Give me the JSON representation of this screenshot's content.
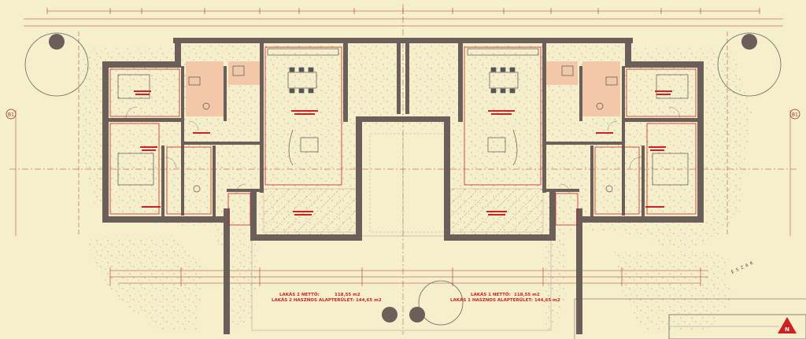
{
  "summary": {
    "lakas2_netto": "LAKÁS 2 NETTÓ:",
    "lakas2_netto_value": "118,55 m2",
    "lakas2_alapterulet": "LAKÁS 2 HASZNOS ALAPTERÜLET: 144,65 m2",
    "lakas1_netto": "LAKÁS 1 NETTÓ:",
    "lakas1_netto_value": "118,55 m2",
    "lakas1_alapterulet": "LAKÁS 1 HASZNOS ALAPTERÜLET: 144,65 m2"
  },
  "north_label": "É S Z A K",
  "axis_labels": {
    "left": "B1",
    "right": "B1"
  },
  "logo_text": "N",
  "colors": {
    "paper": "#f6efcc",
    "wall": "#6b5f59",
    "red": "#cc2222",
    "wet_room": "#f2c8a8",
    "dim_line": "#b03030",
    "hatch": "#9a9a8a"
  }
}
